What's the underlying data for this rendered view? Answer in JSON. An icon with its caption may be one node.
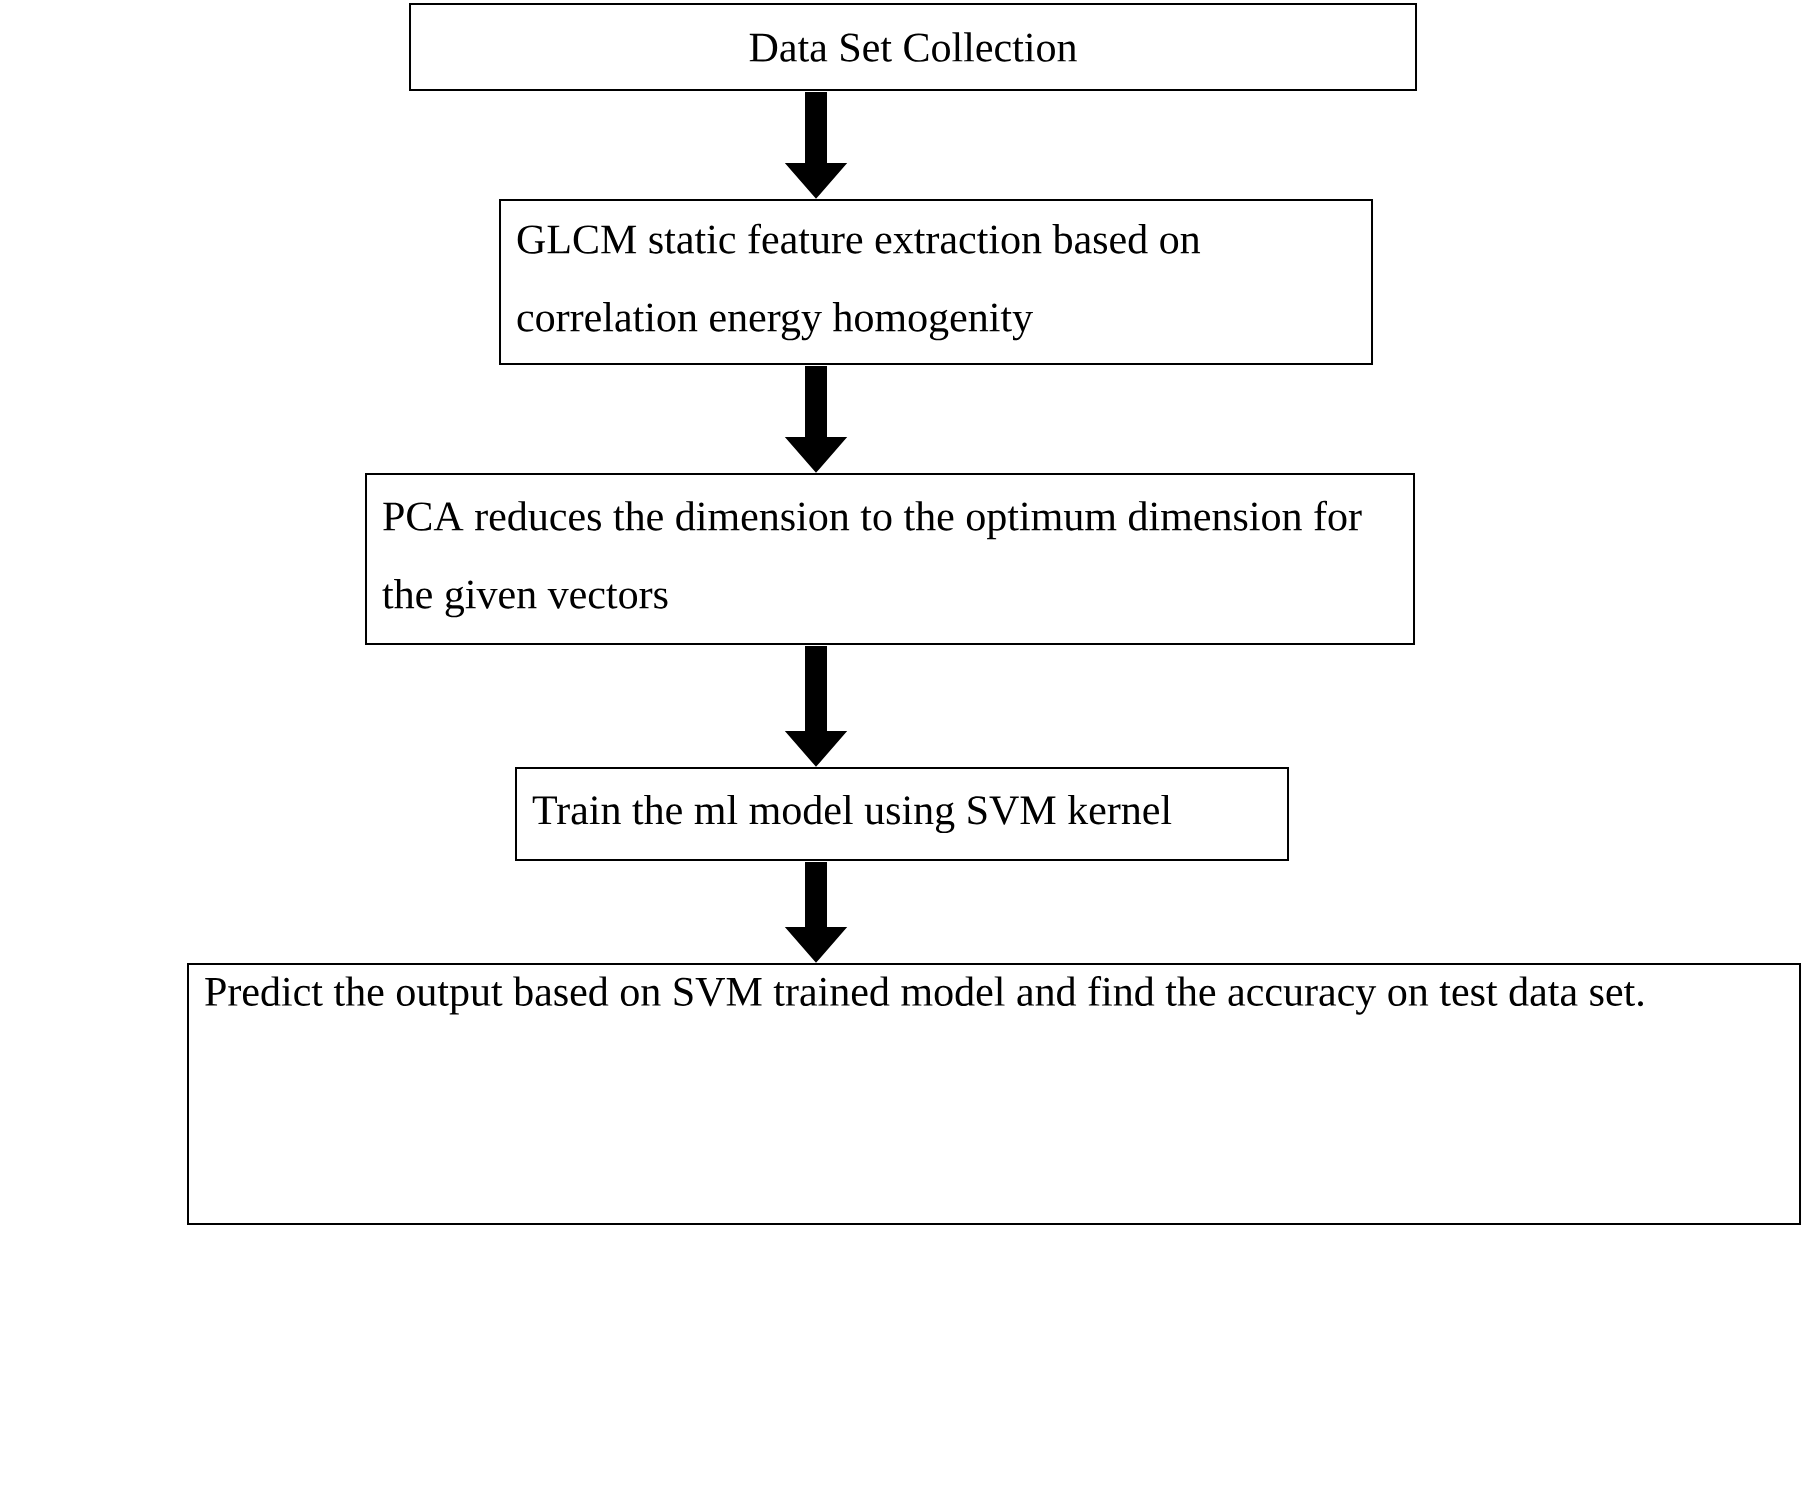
{
  "diagram": {
    "nodes": [
      {
        "text": [
          "Data Set Collection"
        ]
      },
      {
        "text": [
          "GLCM static feature extraction based on correlation energy homogenity"
        ]
      },
      {
        "text": [
          "PCA reduces the dimension to the optimum dimension for the given vectors"
        ]
      },
      {
        "text": [
          "Train the ml model using SVM kernel"
        ]
      },
      {
        "text": [
          "Predict the output based on SVM trained model and find the accuracy on test data set."
        ]
      }
    ],
    "edges": [
      {
        "from": 0,
        "to": 1,
        "arrow": "to"
      },
      {
        "from": 1,
        "to": 2,
        "arrow": "to"
      },
      {
        "from": 2,
        "to": 3,
        "arrow": "to"
      },
      {
        "from": 3,
        "to": 4,
        "arrow": "to"
      }
    ]
  }
}
